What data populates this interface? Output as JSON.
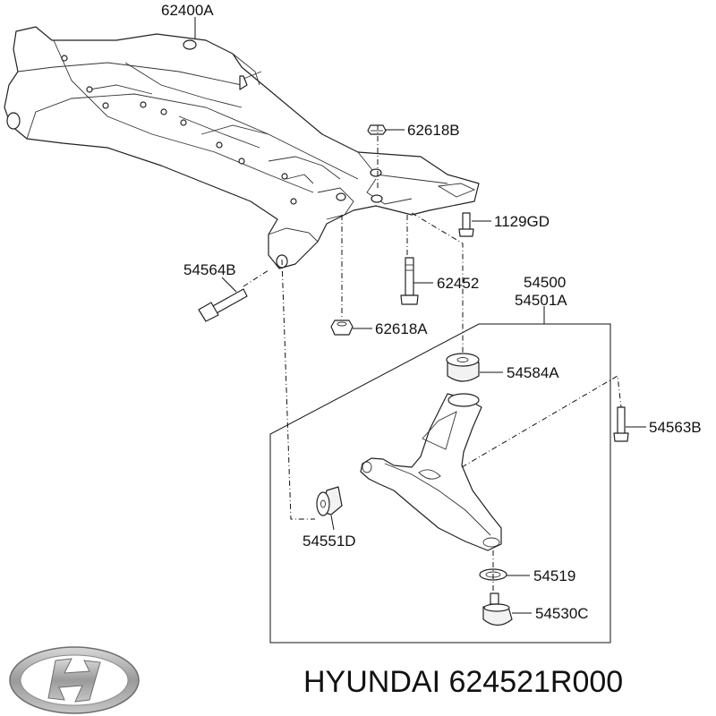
{
  "labels": {
    "crossmember": "62400A",
    "nut_upper": "62618B",
    "bolt_1129": "1129GD",
    "bolt_left": "54564B",
    "bolt_center": "62452",
    "arm_assy_1": "54500",
    "arm_assy_2": "54501A",
    "nut_lower": "62618A",
    "bushing_rear": "54584A",
    "bolt_right": "54563B",
    "bushing_front": "54551D",
    "ring": "54519",
    "ball_joint": "54530C"
  },
  "footer": {
    "brand_text": "HYUNDAI 624521R000",
    "logo_icon": "hyundai-logo-icon"
  },
  "colors": {
    "line": "#111111",
    "background": "#ffffff",
    "logo_silver": "#a8a8a8"
  }
}
